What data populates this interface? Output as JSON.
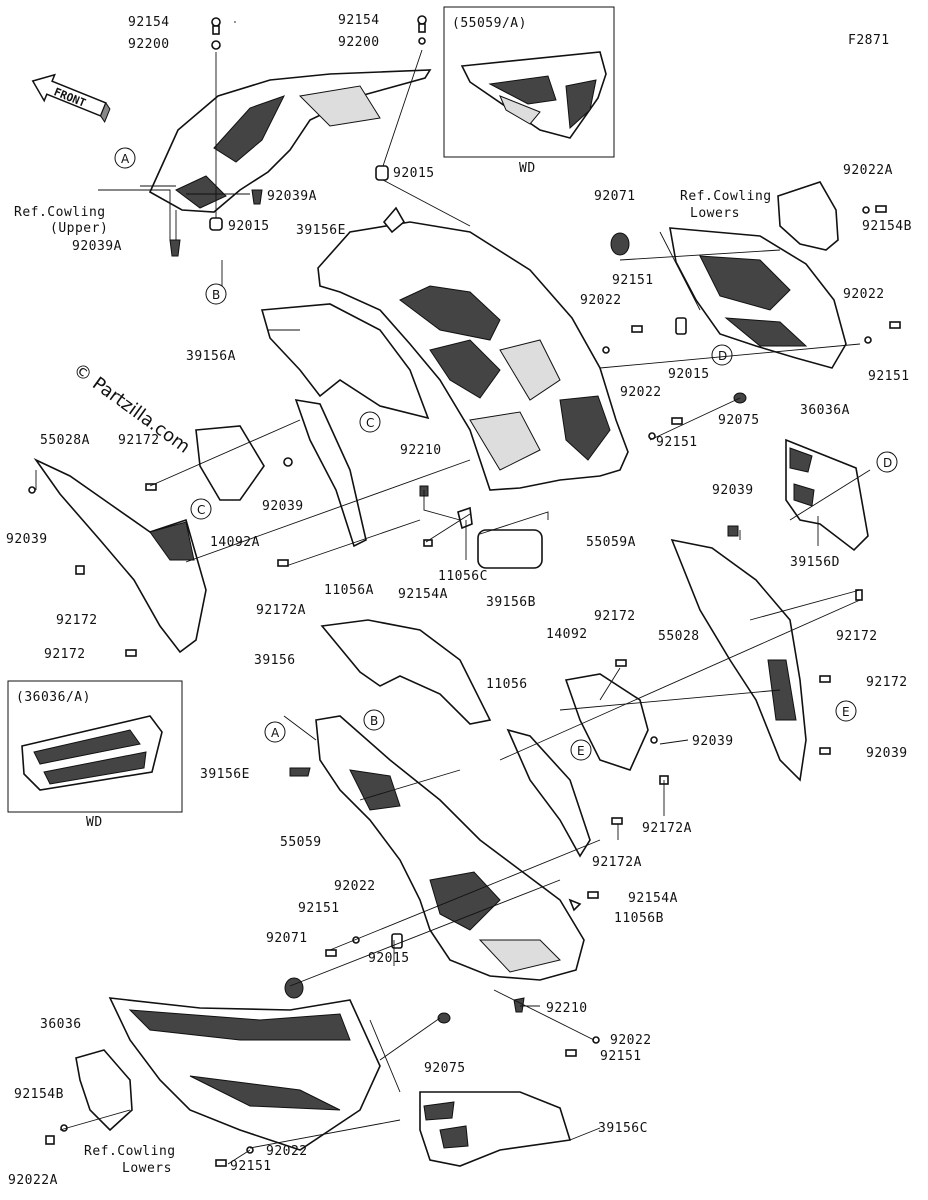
{
  "figure_code": "F2871",
  "front_label": "FRONT",
  "watermark": "© Partzilla.com",
  "inset_top": {
    "title": "(55059/A)",
    "caption": "WD"
  },
  "inset_left": {
    "title": "(36036/A)",
    "caption": "WD"
  },
  "refs": {
    "cowling_upper_1": "Ref.Cowling",
    "cowling_upper_2": "(Upper)",
    "lowers_top_1": "Ref.Cowling",
    "lowers_top_2": "Lowers",
    "lowers_bot_1": "Ref.Cowling",
    "lowers_bot_2": "Lowers"
  },
  "circles": {
    "a": "A",
    "b": "B",
    "c": "C",
    "d": "D",
    "e": "E"
  },
  "parts": {
    "p92154_t1": "92154",
    "p92200_t1": "92200",
    "p92154_t2": "92154",
    "p92200_t2": "92200",
    "p92015_t": "92015",
    "p92039a_r": "92039A",
    "p92039a_l": "92039A",
    "p92015_u": "92015",
    "p39156e_t": "39156E",
    "p92071_t": "92071",
    "p92022a_t": "92022A",
    "p92154b_t": "92154B",
    "p92151_t1": "92151",
    "p92022_t1": "92022",
    "p92022_t2": "92022",
    "p92151_t2": "92151",
    "p92015_m": "92015",
    "p36036a": "36036A",
    "p39156a": "39156A",
    "p92022_m": "92022",
    "p92075_t": "92075",
    "p92151_m": "92151",
    "p92210_t": "92210",
    "p55028a": "55028A",
    "p92172_l1": "92172",
    "p92039_ll": "92039",
    "p92039_m": "92039",
    "p14092a": "14092A",
    "p11056c": "11056C",
    "p92154a_m": "92154A",
    "p55059a": "55059A",
    "p39156b": "39156B",
    "p92039_r": "92039",
    "p39156d": "39156D",
    "p11056a": "11056A",
    "p92172a_l": "92172A",
    "p92172_l2": "92172",
    "p92172_l3": "92172",
    "p92172_r1": "92172",
    "p55028": "55028",
    "p14092": "14092",
    "p92172_r2": "92172",
    "p92172_r3": "92172",
    "p39156": "39156",
    "p11056": "11056",
    "p92039_r2": "92039",
    "p92039_r3": "92039",
    "p39156e_b": "39156E",
    "p55059": "55059",
    "p92172a_r": "92172A",
    "p92154a_r": "92154A",
    "p11056b": "11056B",
    "p92022_b1": "92022",
    "p92151_b1": "92151",
    "p92071_b": "92071",
    "p92015_b": "92015",
    "p92210_b": "92210",
    "p36036": "36036",
    "p92075_b": "92075",
    "p92022_b2": "92022",
    "p92151_b2": "92151",
    "p92154b_b": "92154B",
    "p39156c": "39156C",
    "p92022a_b": "92022A",
    "p92022_b3": "92022",
    "p92151_b3": "92151"
  }
}
